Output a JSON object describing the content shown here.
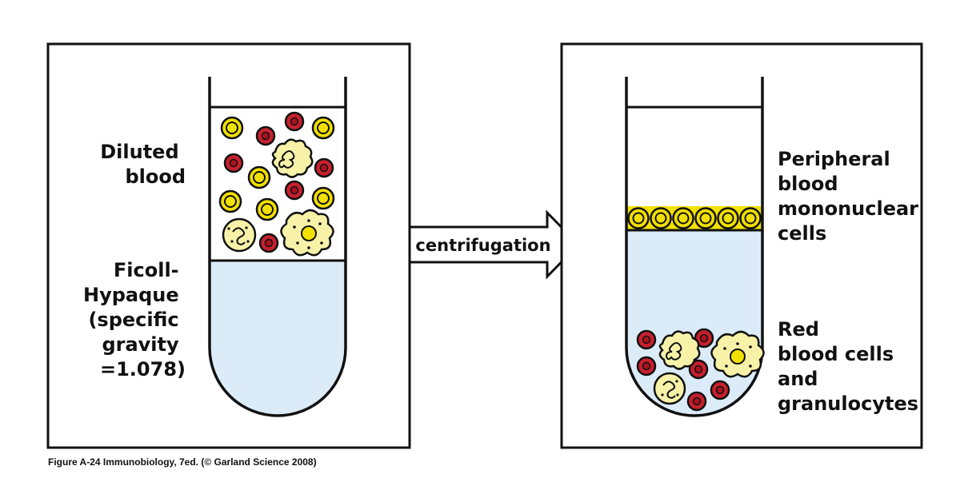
{
  "figure": {
    "left_panel": {
      "label_diluted": [
        "Diluted",
        "blood"
      ],
      "label_ficoll": [
        "Ficoll-",
        "Hypaque",
        "(specific",
        "gravity",
        "=1.078)"
      ]
    },
    "arrow_label": "centrifugation",
    "right_panel": {
      "label_pbmc": [
        "Peripheral",
        "blood",
        "mononuclear",
        "cells"
      ],
      "label_rbc": [
        "Red",
        "blood cells",
        "and",
        "granulocytes"
      ]
    },
    "caption": "Figure A-24  Immunobiology, 7ed. (© Garland Science 2008)"
  },
  "colors": {
    "ficoll_layer": "#dcebf8",
    "red_cell": "#c8202e",
    "red_cell_center": "#a8131e",
    "lymphocyte_ring": "#f2e000",
    "granulocyte": "#f7f2a8",
    "outline": "#111111"
  }
}
